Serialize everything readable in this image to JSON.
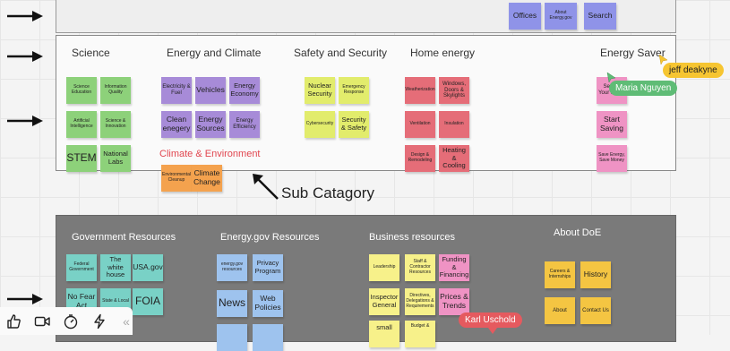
{
  "colors": {
    "canvas": "#f4f4f4",
    "dark_panel": "#7a7a7a",
    "accent_red": "#e1464f"
  },
  "top_panel": {
    "notes": [
      {
        "text": "Offices",
        "color": "bluedark"
      },
      {
        "text": "About Energy.gov",
        "color": "bluedark"
      },
      {
        "text": "Search",
        "color": "bluedark"
      }
    ]
  },
  "nav": {
    "items": [
      "Science",
      "Energy and Climate",
      "Safety and Security",
      "Home energy",
      "Energy Saver"
    ]
  },
  "science": {
    "notes": [
      "Science Education",
      "Information Quality",
      "Artificial Intelligence",
      "Science & Innovation",
      "STEM",
      "National Labs"
    ]
  },
  "energy_climate": {
    "notes": [
      "Electricity & Fuel",
      "Vehicles",
      "Energy Economy",
      "Clean enegery",
      "Energy Sources",
      "Energy Efficiency"
    ],
    "subcategory_label": "Climate & Environment",
    "sub_notes": [
      "Environmental Cleanup",
      "Climate Change"
    ]
  },
  "safety": {
    "notes": [
      "Nuclear Security",
      "Emergency Response",
      "Cybersecurity",
      "Security & Safety"
    ]
  },
  "home_energy": {
    "notes": [
      "Weatherization",
      "Windows, Doors & Skylights",
      "Ventilation",
      "Insulation",
      "Design & Remodeling",
      "Heating & Cooling"
    ]
  },
  "energy_saver": {
    "notes": [
      "Secure Your Home",
      "Start Saving",
      "Save Energy, Save Money"
    ]
  },
  "annotation": {
    "text": "Sub Catagory"
  },
  "bottom": {
    "sections": [
      "Government Resources",
      "Energy.gov  Resources",
      "Business resources",
      "About DoE"
    ],
    "gov_notes": [
      "Federal Government",
      "The white house",
      "USA.gov",
      "No Fear Act",
      "State & Local",
      "FOIA"
    ],
    "energygov_notes": [
      "energy.gov resources",
      "Privacy Program",
      "News",
      "Web Policies"
    ],
    "business_notes": [
      "Leadership",
      "Staff & Contractor Resources",
      "Funding & Financing",
      "Inspector General",
      "Directives, Delegations & Requirements",
      "Prices & Trends",
      "small",
      "Budget &"
    ],
    "about_notes": [
      "Careers & Internships",
      "History",
      "About",
      "Contact Us"
    ]
  },
  "collaborators": [
    {
      "name": "jeff deakyne",
      "color": "#f6c531"
    },
    {
      "name": "Maria Nguyen",
      "color": "#5fbc76"
    },
    {
      "name": "Karl Uschold",
      "color": "#e55a5f"
    }
  ],
  "toolbar": {
    "icons": [
      "thumbs-up-icon",
      "video-icon",
      "timer-icon",
      "lightning-icon",
      "collapse-icon"
    ],
    "collapse_label": "«"
  }
}
